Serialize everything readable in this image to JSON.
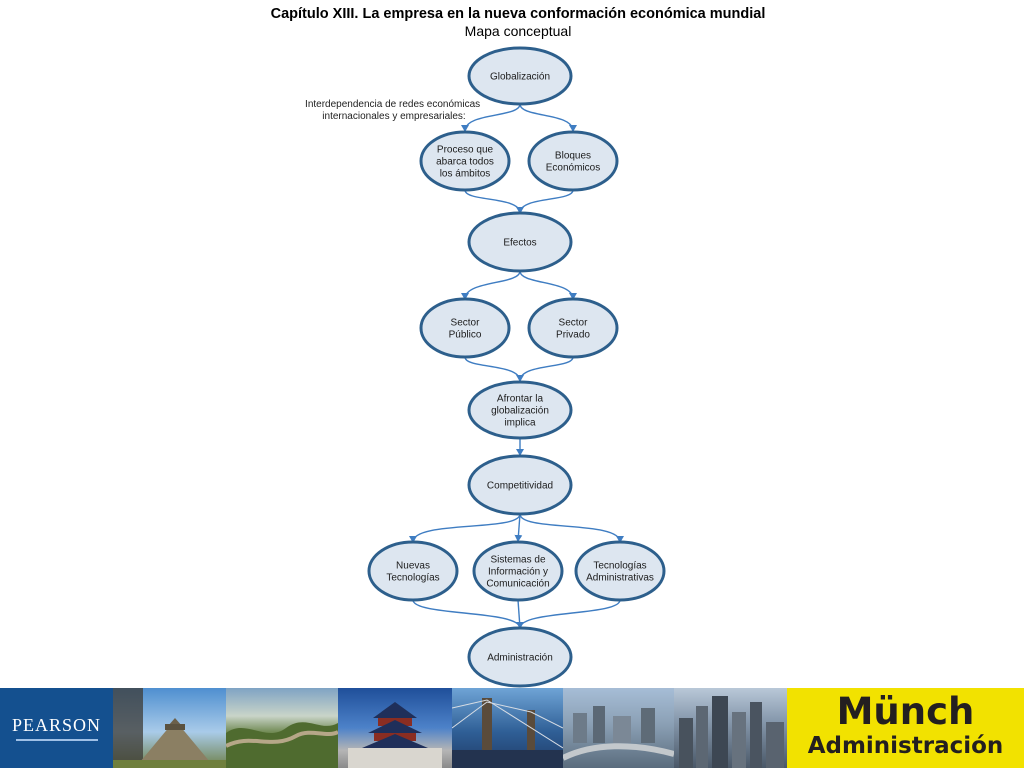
{
  "header": {
    "title": "Capítulo XIII. La empresa en la nueva conformación económica mundial",
    "subtitle": "Mapa conceptual"
  },
  "annotation": {
    "line1": "Interdependencia de redes económicas",
    "line2": "internacionales y empresariales:"
  },
  "nodes": {
    "globalizacion": [
      "Globalización"
    ],
    "proceso": [
      "Proceso que",
      "abarca todos",
      "los ámbitos"
    ],
    "bloques": [
      "Bloques",
      "Económicos"
    ],
    "efectos": [
      "Efectos"
    ],
    "publico": [
      "Sector",
      "Público"
    ],
    "privado": [
      "Sector",
      "Privado"
    ],
    "afrontar": [
      "Afrontar la",
      "globalización",
      "implica"
    ],
    "competitividad": [
      "Competitividad"
    ],
    "nuevas": [
      "Nuevas",
      "Tecnologías"
    ],
    "sistemas": [
      "Sistemas de",
      "Información y",
      "Comunicación"
    ],
    "tecadmin": [
      "Tecnologías",
      "Administrativas"
    ],
    "administracion": [
      "Administración"
    ]
  },
  "colors": {
    "node_fill": "#dde6f0",
    "node_stroke": "#2d5f8c",
    "edge": "#3f7dc2",
    "brand_blue": "#14508f",
    "brand_yellow": "#f2e200"
  },
  "footer": {
    "publisher": "PEARSON",
    "author": "Münch",
    "book": "Administración"
  }
}
